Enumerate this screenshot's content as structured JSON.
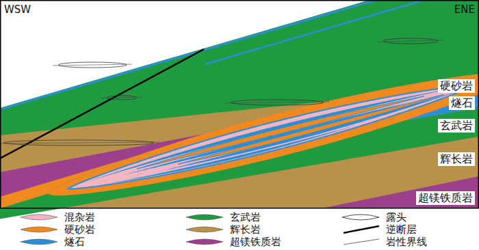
{
  "diagram": {
    "labels": [
      "WSW",
      "ENE",
      "硬砂岩",
      "燧石",
      "玄武岩",
      "辉长岩",
      "超镁铁质岩"
    ],
    "legend": [
      {
        "text": "混杂岩",
        "color": "#f4b5c1"
      },
      {
        "text": "玄武岩",
        "color": "#1f9a3e"
      },
      {
        "text": "露头"
      },
      {
        "text": "硬砂岩",
        "color": "#f0891e"
      },
      {
        "text": "辉长岩",
        "color": "#b8914b"
      },
      {
        "text": "逆断层"
      },
      {
        "text": "燧石",
        "color": "#2b8fd8"
      },
      {
        "text": "超镁铁质岩",
        "color": "#9c3f8c"
      },
      {
        "text": "岩性界线"
      }
    ]
  }
}
